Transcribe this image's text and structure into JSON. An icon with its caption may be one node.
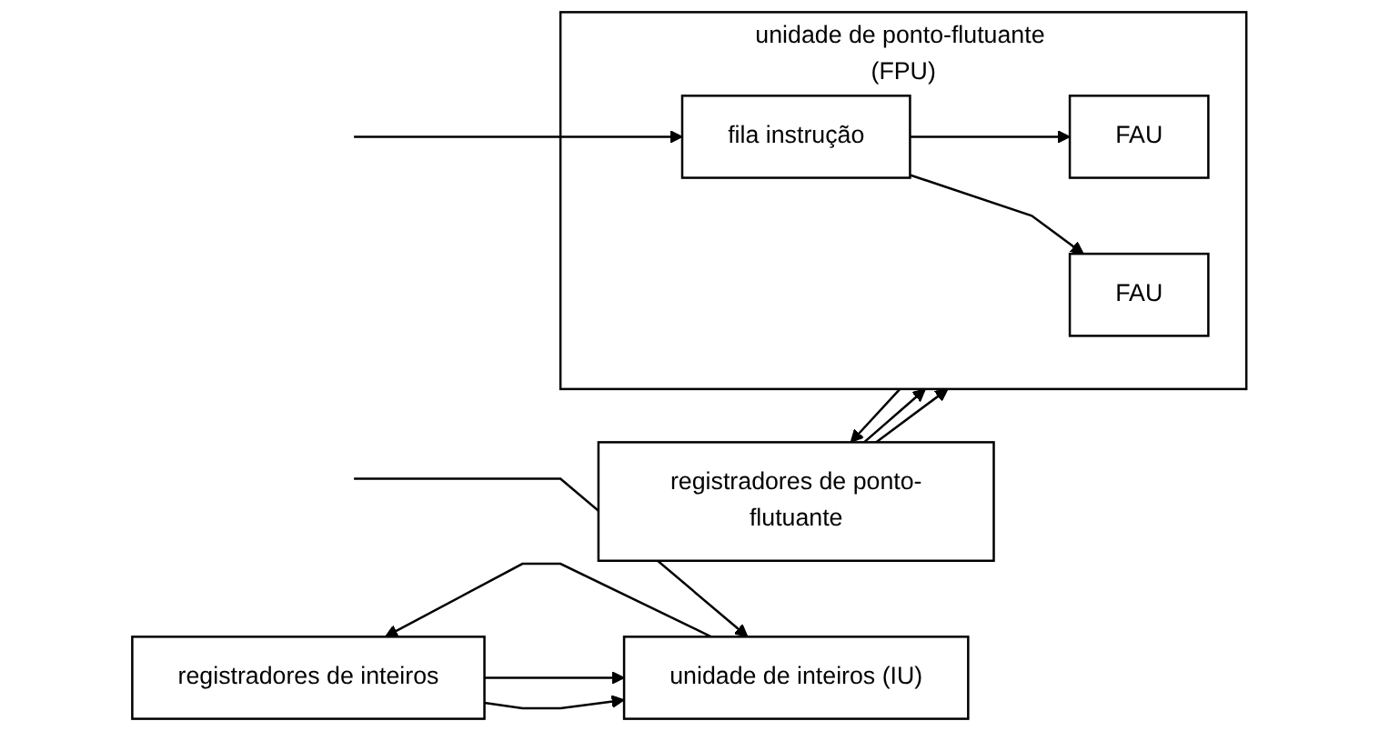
{
  "diagram": {
    "nodes": [
      {
        "text": [
          "registradores de inteiros"
        ]
      },
      {
        "text": [
          "registradores de ponto-flutuante"
        ]
      },
      {
        "text": [
          "unidade de inteiros (IU)"
        ]
      },
      {
        "text": [
          "unidade de ponto-flutuante (FPU)"
        ]
      },
      {
        "text": [
          "FAU"
        ],
        "in": 3
      },
      {
        "text": [
          "FAU"
        ],
        "in": 3
      },
      {
        "text": [
          "fila instrução"
        ],
        "in": 3
      }
    ],
    "edges": [
      {
        "from": 0,
        "to": 2,
        "arrow": "to"
      },
      {
        "from": 0,
        "to": 2,
        "arrow": "to"
      },
      {
        "from": 2,
        "to": 0,
        "arrow": "to"
      },
      {
        "from": 1,
        "to": 3,
        "arrow": "to"
      },
      {
        "from": 1,
        "to": 3,
        "arrow": "to"
      },
      {
        "from": 3,
        "to": 1,
        "arrow": "to"
      },
      {
        "from": null,
        "to": 2,
        "arrow": "to"
      },
      {
        "from": null,
        "to": 6,
        "arrow": "to"
      },
      {
        "from": 6,
        "to": 4,
        "arrow": "to"
      },
      {
        "from": 6,
        "to": 5,
        "arrow": "to"
      }
    ]
  }
}
